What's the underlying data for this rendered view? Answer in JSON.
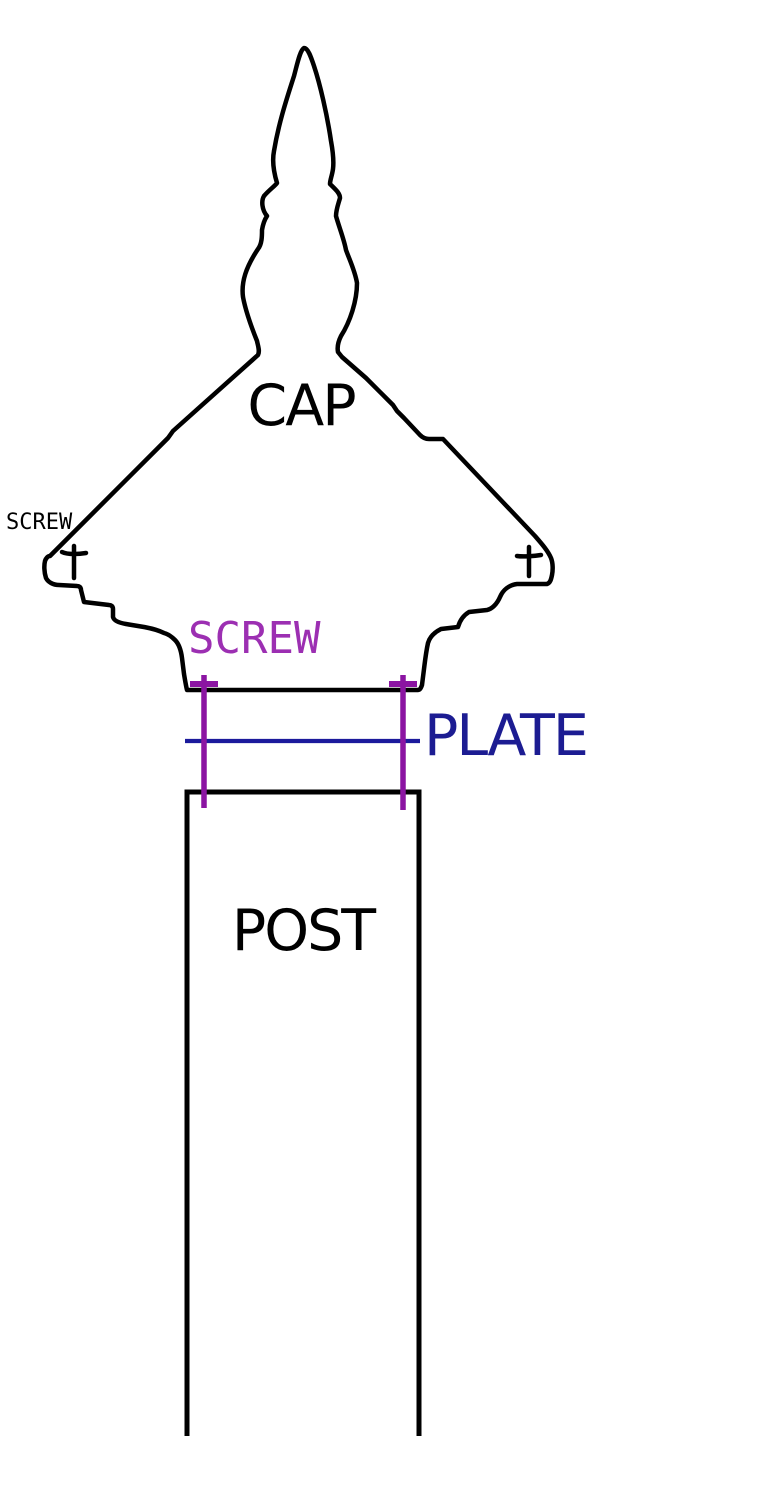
{
  "diagram": {
    "labels": {
      "cap": "CAP",
      "screw_small": "SCREW",
      "screw_purple": "SCREW",
      "plate": "PLATE",
      "post": "POST"
    },
    "colors": {
      "outline": "#000000",
      "screw_purple": "#8b14a2",
      "screw_label": "#9c2fb2",
      "plate_line": "#1b1a9c",
      "plate_text": "#1c1c92"
    }
  }
}
